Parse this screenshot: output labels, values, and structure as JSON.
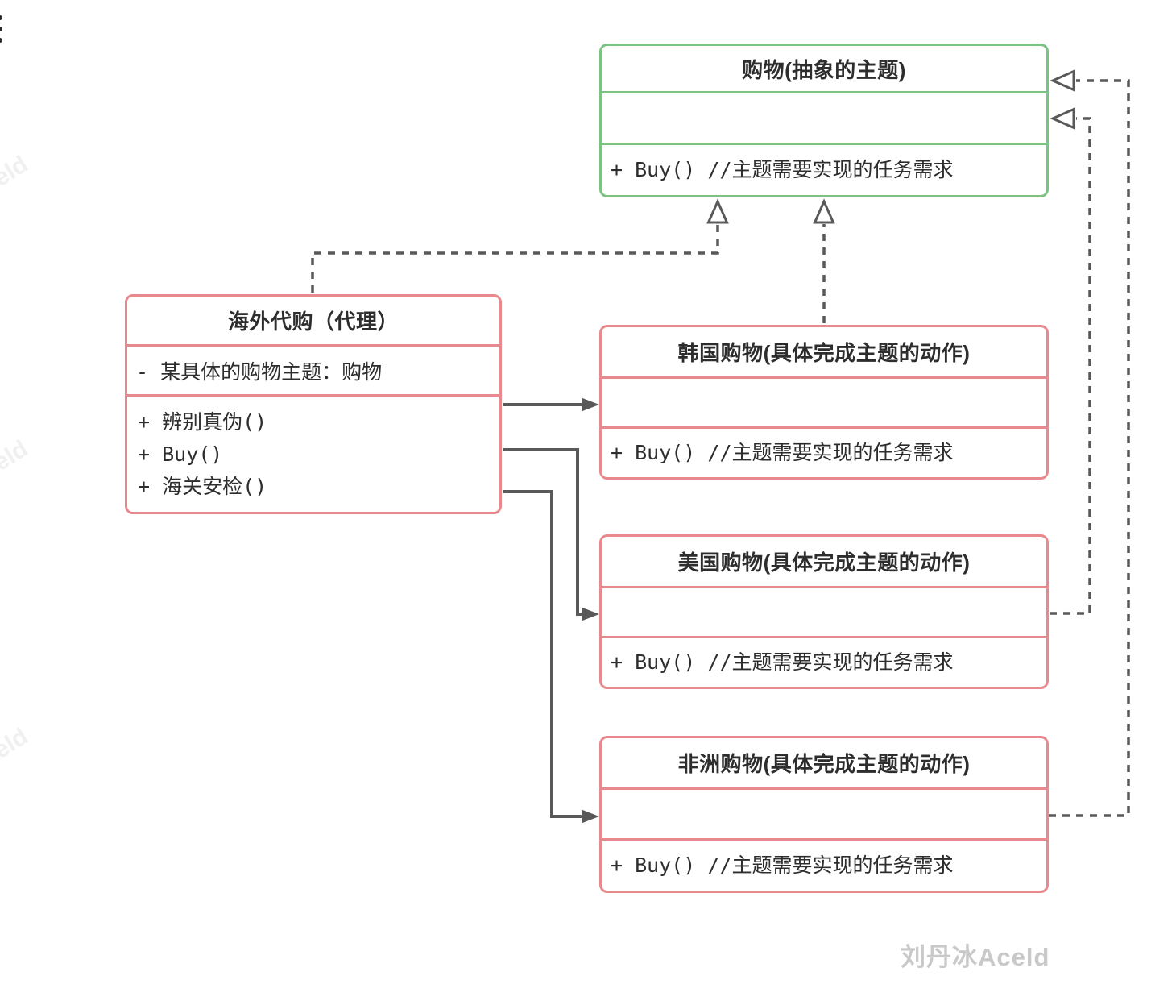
{
  "canvas": {
    "author_watermark": "刘丹冰Aceld",
    "faint_watermarks": [
      "eld",
      "eld",
      "eld"
    ]
  },
  "colors": {
    "abstract_border": "#7cc383",
    "concrete_border": "#e8898e",
    "connector": "#595959",
    "text": "#2d2d2d",
    "watermark": "#c9c9c9",
    "background": "#ffffff"
  },
  "classes": [
    {
      "key": "subject",
      "title": "购物(抽象的主题)",
      "attribute": "",
      "methods": [
        "+ Buy() //主题需要实现的任务需求"
      ]
    },
    {
      "key": "proxy",
      "title": "海外代购（代理）",
      "attribute": "- 某具体的购物主题：购物",
      "methods": [
        "+ 辨别真伪()",
        "+ Buy()",
        "+ 海关安检()"
      ]
    },
    {
      "key": "korea",
      "title": "韩国购物(具体完成主题的动作)",
      "attribute": "",
      "methods": [
        "+ Buy() //主题需要实现的任务需求"
      ]
    },
    {
      "key": "usa",
      "title": "美国购物(具体完成主题的动作)",
      "attribute": "",
      "methods": [
        "+ Buy() //主题需要实现的任务需求"
      ]
    },
    {
      "key": "africa",
      "title": "非洲购物(具体完成主题的动作)",
      "attribute": "",
      "methods": [
        "+ Buy() //主题需要实现的任务需求"
      ]
    }
  ],
  "relationships": [
    {
      "from": "proxy",
      "to": "subject",
      "type": "realization (dashed, open arrow)"
    },
    {
      "from": "korea",
      "to": "subject",
      "type": "realization (dashed, open arrow)"
    },
    {
      "from": "usa",
      "to": "subject",
      "type": "realization (dashed, open arrow)"
    },
    {
      "from": "africa",
      "to": "subject",
      "type": "realization (dashed, open arrow)"
    },
    {
      "from": "proxy",
      "to": "korea",
      "type": "association (solid arrow)"
    },
    {
      "from": "proxy",
      "to": "usa",
      "type": "association (solid arrow)"
    },
    {
      "from": "proxy",
      "to": "africa",
      "type": "association (solid arrow)"
    }
  ]
}
